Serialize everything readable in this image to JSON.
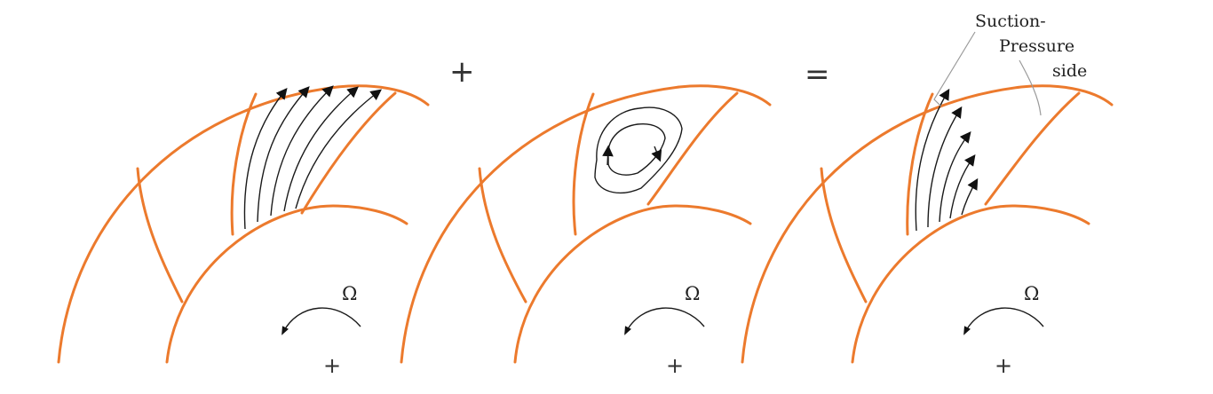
{
  "operators": {
    "plus": "+",
    "equals": "="
  },
  "panels": [
    {
      "rotation_symbol": "Ω",
      "center_mark": "+"
    },
    {
      "rotation_symbol": "Ω",
      "center_mark": "+"
    },
    {
      "rotation_symbol": "Ω",
      "center_mark": "+"
    }
  ],
  "labels": {
    "suction": "Suction-",
    "pressure": "Pressure",
    "side": "side"
  },
  "colors": {
    "blade": "#ec7a2d",
    "streamline": "#1a1a1a",
    "leader": "#9a9a9a"
  }
}
